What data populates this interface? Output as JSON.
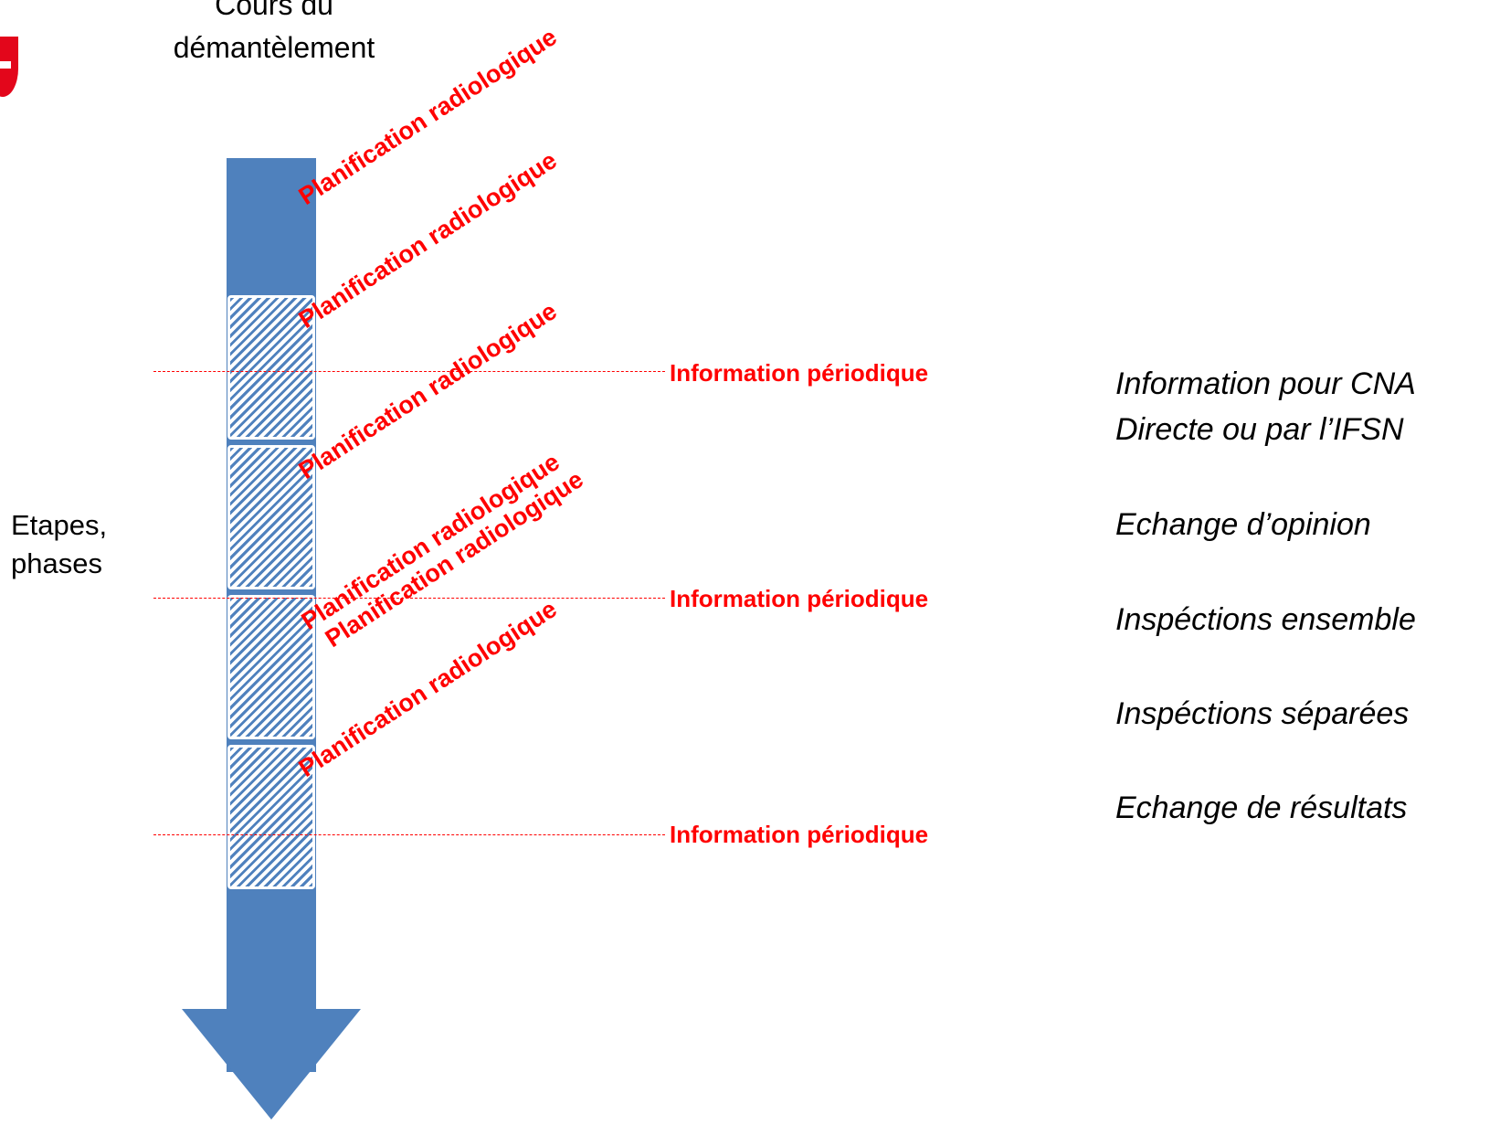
{
  "title": "Cours du\ndémantèlement",
  "steps_label": "Etapes,\nphases",
  "planification_labels": [
    "Planification radiologique",
    "Planification radiologique",
    "Planification radiologique",
    "Planification radiologique",
    "Planification radiologique",
    "Planification radiologique"
  ],
  "info_labels": [
    "Information périodique",
    "Information périodique",
    "Information périodique"
  ],
  "right_items": [
    "Information pour CNA",
    "Directe ou par l’IFSN",
    "Echange d’opinion",
    "Inspéctions ensemble",
    "Inspéctions séparées",
    "Echange de résultats"
  ],
  "colors": {
    "arrow": "#4f81bd",
    "accent": "#ff0000",
    "logo": "#e3061b"
  }
}
